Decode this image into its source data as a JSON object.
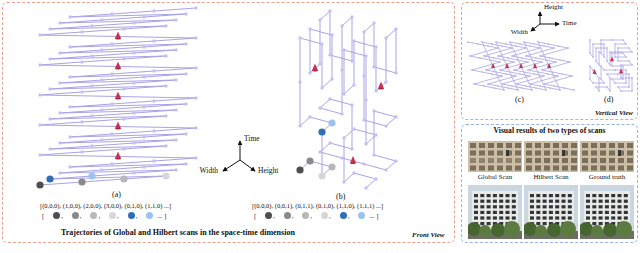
{
  "diagram": {
    "nodes": [
      {
        "text": [
          "Trajectories of Global and Hilbert scans in the space-time dimension"
        ]
      },
      {
        "text": [
          "Vertical View"
        ]
      },
      {
        "text": [
          "Visual results of two types of scans"
        ]
      },
      {
        "text": [
          "Global Scan"
        ],
        "in": 2
      },
      {
        "text": [
          "Hilbert Scan"
        ],
        "in": 2
      },
      {
        "text": [
          "Ground truth"
        ],
        "in": 2
      }
    ],
    "labels": [
      "(a)",
      "(b)",
      "(c)",
      "(d)",
      "Front View",
      "Time",
      "Width",
      "Height",
      "Height",
      "Time",
      "Width",
      "[(0,0,0), (1,0,0), (2,0,0), (3,0,0), (0,1,0), (1,1,0) ...]",
      "[(0,0,0), (0,0,1), (0,1,1), (0,1,0), (1,1,0), (1,1,1) ...]",
      "[",
      ",",
      ",",
      ",",
      ",",
      ",",
      "...",
      "]",
      "[",
      ",",
      ",",
      ",",
      ",",
      ",",
      "...",
      "]"
    ]
  }
}
